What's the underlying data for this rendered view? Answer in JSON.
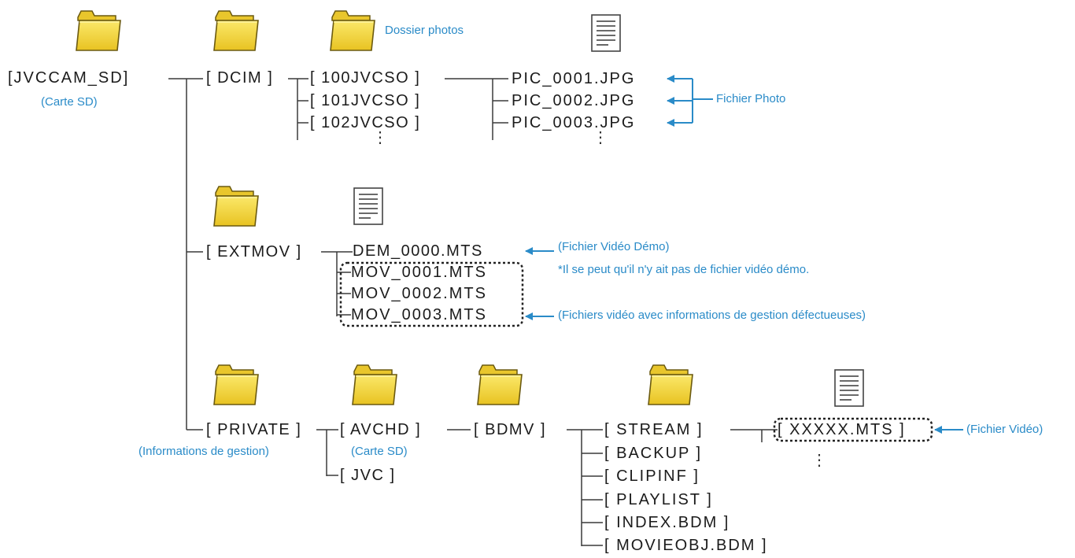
{
  "colors": {
    "line": "#3a3a3a",
    "annotation": "#2a8bc8",
    "folder_fill": "#f6da3a",
    "folder_edge": "#6b5a10"
  },
  "nodes": {
    "root": "[JVCCAM_SD]",
    "dcim": "[ DCIM ]",
    "d100": "[ 100JVCSO ]",
    "d101": "[ 101JVCSO ]",
    "d102": "[ 102JVCSO ]",
    "pic1": "PIC_0001.JPG",
    "pic2": "PIC_0002.JPG",
    "pic3": "PIC_0003.JPG",
    "extmov": "[ EXTMOV ]",
    "dem": "DEM_0000.MTS",
    "mov1": "MOV_0001.MTS",
    "mov2": "MOV_0002.MTS",
    "mov3": "MOV_0003.MTS",
    "private": "[ PRIVATE ]",
    "avchd": "[ AVCHD ]",
    "jvc": "[ JVC ]",
    "bdmv": "[ BDMV ]",
    "stream": "[ STREAM ]",
    "backup": "[ BACKUP ]",
    "clipinf": "[ CLIPINF ]",
    "playlist": "[ PLAYLIST ]",
    "index": "[ INDEX.BDM ]",
    "movieobj": "[ MOVIEOBJ.BDM ]",
    "xmts": "[ XXXXX.MTS ]"
  },
  "notes": {
    "root_sub": "(Carte SD)",
    "dossier_photos": "Dossier photos",
    "fichier_photo": "Fichier Photo",
    "demo": "(Fichier Vidéo Démo)",
    "demo_warning": "*Il se peut qu'il n'y ait pas de fichier vidéo démo.",
    "defective": "(Fichiers vidéo avec informations de gestion défectueuses)",
    "private_sub": "(Informations de gestion)",
    "avchd_sub": "(Carte SD)",
    "video": "(Fichier Vidéo)"
  },
  "ellipsis": "⋮",
  "icons": {
    "folder": "folder-icon",
    "file": "file-icon"
  }
}
